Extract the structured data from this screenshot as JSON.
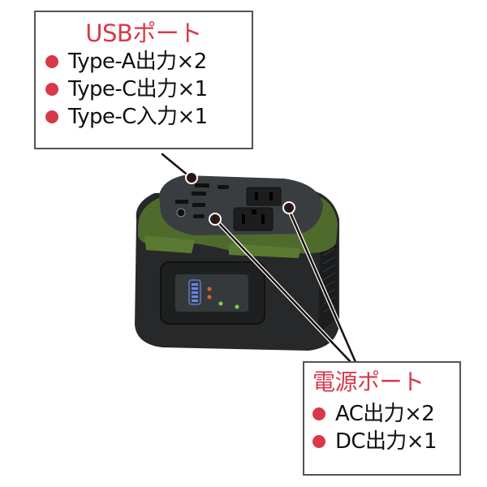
{
  "usb_callout": {
    "title": "USBポート",
    "items": [
      {
        "label": "Type-A出力×2"
      },
      {
        "label": "Type-C出力×1"
      },
      {
        "label": "Type-C入力×1"
      }
    ]
  },
  "power_callout": {
    "title": "電源ポート",
    "items": [
      {
        "label": "AC出力×2"
      },
      {
        "label": "DC出力×1"
      }
    ]
  },
  "colors": {
    "accent_red": "#d8394a",
    "device_body": "#2b2d2e",
    "device_green": "#4f6b2c",
    "border_gray": "#555555"
  }
}
